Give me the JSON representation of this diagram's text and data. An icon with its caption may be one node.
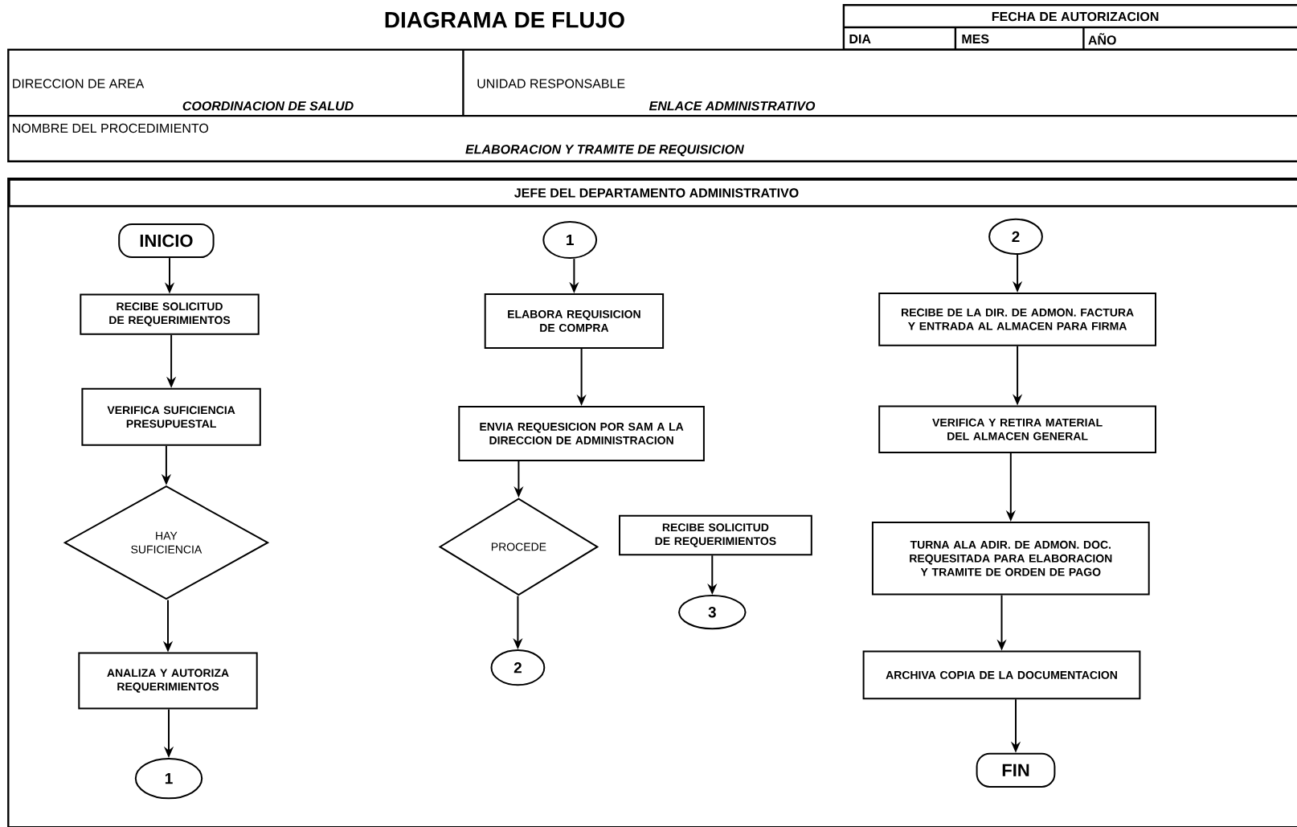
{
  "diagram": {
    "title": "DIAGRAMA DE FLUJO",
    "nodes": [
      {
        "text": [
          "JEFE DEL DEPARTAMENTO   ADMINISTRATIVO"
        ]
      },
      {
        "text": [
          "INICIO"
        ],
        "in": 0
      },
      {
        "text": [
          "RECIBE SOLICITUD DE REQUERIMIENTOS"
        ],
        "in": 0
      },
      {
        "text": [
          "VERIFICA SUFICIENCIA PRESUPUESTAL"
        ],
        "in": 0
      },
      {
        "text": [
          "HAY SUFICIENCIA"
        ],
        "in": 0
      },
      {
        "text": [
          "ANALIZA Y AUTORIZA REQUERIMIENTOS"
        ],
        "in": 0
      },
      {
        "text": [
          "1"
        ],
        "in": 0
      },
      {
        "text": [
          "1"
        ],
        "in": 0
      },
      {
        "text": [
          "ELABORA REQUISICION DE COMPRA"
        ],
        "in": 0
      },
      {
        "text": [
          "ENVIA REQUESICION POR SAM A LA DIRECCION DE ADMINISTRACION"
        ],
        "in": 0
      },
      {
        "text": [
          "PROCEDE"
        ],
        "in": 0
      },
      {
        "text": [
          "2"
        ],
        "in": 0
      },
      {
        "text": [
          "RECIBE SOLICITUD DE REQUERIMIENTOS"
        ],
        "in": 0
      },
      {
        "text": [
          "3"
        ],
        "in": 0
      },
      {
        "text": [
          "2"
        ],
        "in": 0
      },
      {
        "text": [
          "RECIBE DE LA DIR. DE ADMON. FACTURA Y ENTRADA AL ALMACEN PARA FIRMA"
        ],
        "in": 0
      },
      {
        "text": [
          "VERIFICA Y RETIRA MATERIAL DEL ALMACEN GENERAL"
        ],
        "in": 0
      },
      {
        "text": [
          "TURNA ALA ADIR. DE ADMON. DOC. REQUESITADA PARA ELABORACION Y TRAMITE DE ORDEN DE PAGO"
        ],
        "in": 0
      },
      {
        "text": [
          "ARCHIVA COPIA DE LA DOCUMENTACION"
        ],
        "in": 0
      },
      {
        "text": [
          "FIN"
        ],
        "in": 0
      }
    ],
    "edges": [
      {
        "from": 1,
        "to": 2,
        "arrow": "to"
      },
      {
        "from": 2,
        "to": 3,
        "arrow": "to"
      },
      {
        "from": 3,
        "to": 4,
        "arrow": "to"
      },
      {
        "from": 4,
        "to": 5,
        "arrow": "to"
      },
      {
        "from": 5,
        "to": 6,
        "arrow": "to"
      },
      {
        "from": 7,
        "to": 8,
        "arrow": "to"
      },
      {
        "from": 8,
        "to": 9,
        "arrow": "to"
      },
      {
        "from": 9,
        "to": 10,
        "arrow": "to"
      },
      {
        "from": 10,
        "to": 11,
        "arrow": "to"
      },
      {
        "from": 12,
        "to": 13,
        "arrow": "to"
      },
      {
        "from": 14,
        "to": 15,
        "arrow": "to"
      },
      {
        "from": 15,
        "to": 16,
        "arrow": "to"
      },
      {
        "from": 16,
        "to": 17,
        "arrow": "to"
      },
      {
        "from": 17,
        "to": 18,
        "arrow": "to"
      },
      {
        "from": 18,
        "to": 19,
        "arrow": "to"
      }
    ],
    "labels": [
      "FECHA DE AUTORIZACION",
      "DIA",
      "MES",
      "AÑO",
      "DIRECCION DE AREA",
      "COORDINACION  DE  SALUD",
      "UNIDAD RESPONSABLE",
      "ENLACE ADMINISTRATIVO",
      "NOMBRE DEL PROCEDIMIENTO",
      "ELABORACION Y TRAMITE DE REQUISICION"
    ]
  }
}
